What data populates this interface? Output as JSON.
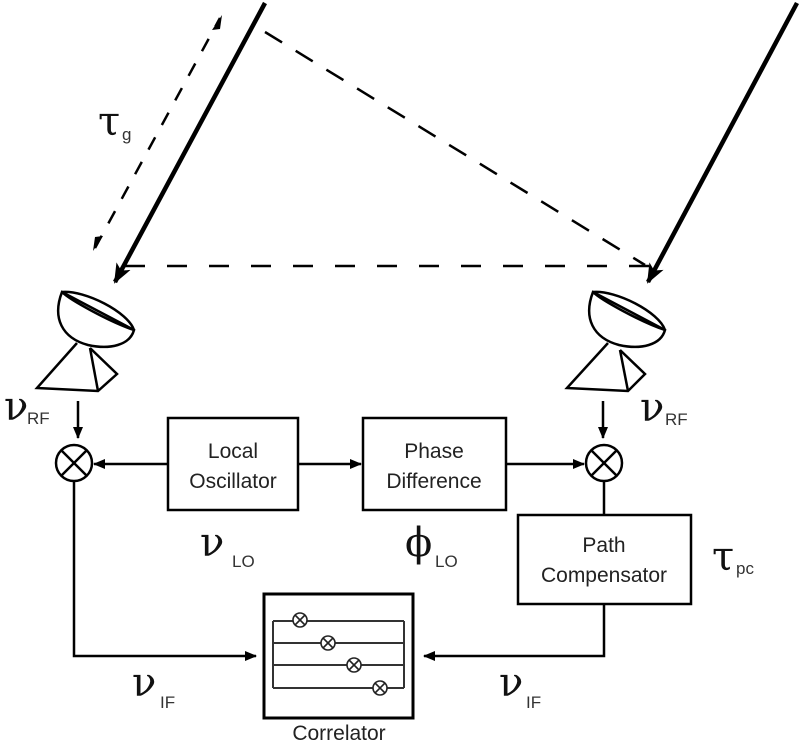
{
  "diagram": {
    "title": "Radio interferometer signal chain",
    "blocks": {
      "local_oscillator": [
        "Local",
        "Oscillator"
      ],
      "phase_difference": [
        "Phase",
        "Difference"
      ],
      "path_compensator": [
        "Path",
        "Compensator"
      ],
      "correlator": "Correlator"
    },
    "labels": {
      "tau_g": {
        "symbol": "τ",
        "sub": "g"
      },
      "nu_rf_left": {
        "symbol": "ν",
        "sub": "RF"
      },
      "nu_rf_right": {
        "symbol": "ν",
        "sub": "RF"
      },
      "nu_lo": {
        "symbol": "ν",
        "sub": "LO"
      },
      "phi_lo": {
        "symbol": "ϕ",
        "sub": "LO"
      },
      "tau_pc": {
        "symbol": "τ",
        "sub": "pc"
      },
      "nu_if_left": {
        "symbol": "ν",
        "sub": "IF"
      },
      "nu_if_right": {
        "symbol": "ν",
        "sub": "IF"
      }
    },
    "icons": {
      "antenna": "dish-antenna-icon",
      "mixer": "mixer-icon",
      "correlator_multiplier": "multiplier-icon"
    },
    "colors": {
      "stroke": "#000000",
      "text": "#222222",
      "background": "#ffffff"
    }
  }
}
